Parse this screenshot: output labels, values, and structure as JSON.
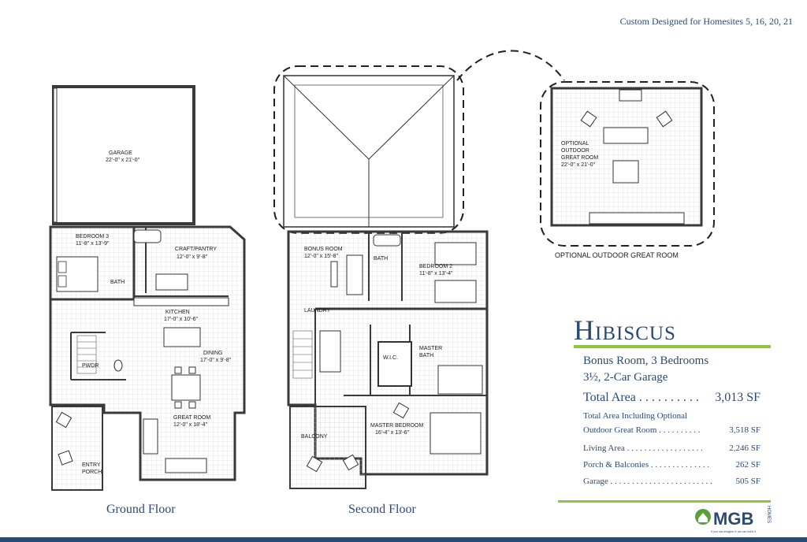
{
  "header": {
    "tagline": "Custom Designed for Homesites 5, 16, 20, 21"
  },
  "ground_floor": {
    "caption": "Ground Floor",
    "rooms": {
      "garage_name": "GARAGE",
      "garage_dim": "22'-0\" x 21'-0\"",
      "bed3_name": "BEDROOM 3",
      "bed3_dim": "11'-8\" x 13'-9\"",
      "craft_name": "CRAFT/PANTRY",
      "craft_dim": "12'-0\" x 9'-8\"",
      "bath": "BATH",
      "kitchen_name": "KITCHEN",
      "kitchen_dim": "17'-0\" x 10'-6\"",
      "dining_name": "DINING",
      "dining_dim": "17'-0\" x 9'-8\"",
      "pwdr": "PWDR",
      "great_name": "GREAT ROOM",
      "great_dim": "12'-0\" x 18'-4\"",
      "entry_l1": "ENTRY",
      "entry_l2": "PORCH"
    }
  },
  "second_floor": {
    "caption": "Second Floor",
    "rooms": {
      "bonus_name": "BONUS ROOM",
      "bonus_dim": "12'-0\" x 15'-8\"",
      "bath": "BATH",
      "bed2_name": "BEDROOM 2",
      "bed2_dim": "11'-8\" x 13'-4\"",
      "laundry": "LAUNDRY",
      "wic": "W.I.C.",
      "mbath_l1": "MASTER",
      "mbath_l2": "BATH",
      "mbed_name": "MASTER BEDROOM",
      "mbed_dim": "16'-4\" x 13'-6\"",
      "balcony": "BALCONY"
    }
  },
  "outdoor": {
    "caption": "OPTIONAL OUTDOOR GREAT ROOM",
    "l1": "OPTIONAL",
    "l2": "OUTDOOR",
    "l3": "GREAT ROOM",
    "dim": "22'-0\" x 21'-0\""
  },
  "model": {
    "name": "Hibiscus",
    "line1": "Bonus Room, 3 Bedrooms",
    "line2": "3½, 2-Car Garage",
    "total_label": "Total Area . . . . . . . . . .",
    "total_value": "3,013 SF",
    "opt_line1": "Total Area Including Optional",
    "opt_label": "Outdoor Great Room . . . . . . . . . .",
    "opt_value": "3,518 SF",
    "living_label": "Living Area . . . . . . . . . . . . . . . . . .",
    "living_value": "2,246 SF",
    "porch_label": "Porch & Balconies . . . . . . . . . . . . . .",
    "porch_value": "262 SF",
    "garage_label": "Garage . . . . . . . . . . . . . . . . . . . . . . . .",
    "garage_value": "505 SF"
  },
  "logo": {
    "text": "MGB",
    "side": "HOMES",
    "slogan": "If you can imagine it, we can build it."
  },
  "colors": {
    "navy": "#2b4a72",
    "green": "#8dc63f",
    "wall": "#3a3a3a"
  }
}
